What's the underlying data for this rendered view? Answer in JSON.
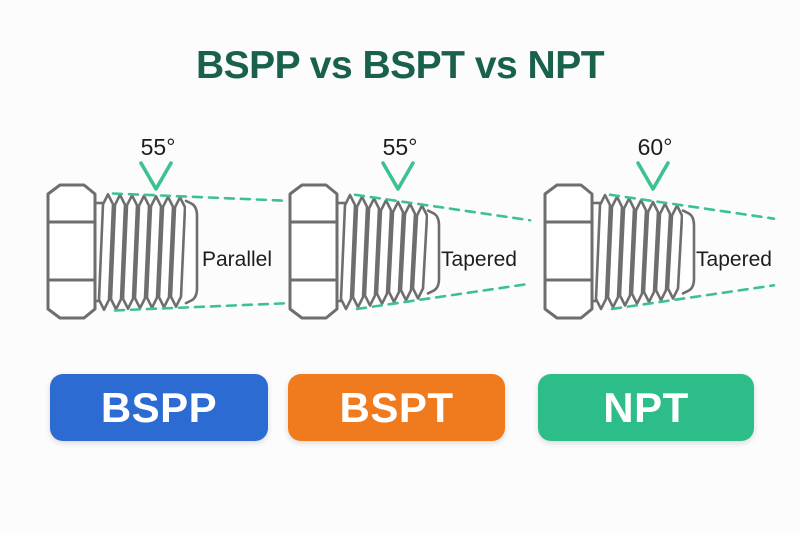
{
  "title": "BSPP vs BSPT vs NPT",
  "colors": {
    "title_green": "#1a614d",
    "accent_green": "#3cc18f",
    "outline_gray": "#6e6e6e",
    "label_text": "#1d1d1d",
    "bspp_blue": "#2c6bd2",
    "bspt_orange": "#f07b1f",
    "npt_green": "#2dbd89"
  },
  "diagrams": [
    {
      "angle": "55°",
      "thread_type": "Parallel",
      "badge_label": "BSPP",
      "badge_color": "#2c6bd2"
    },
    {
      "angle": "55°",
      "thread_type": "Tapered",
      "badge_label": "BSPT",
      "badge_color": "#f07b1f"
    },
    {
      "angle": "60°",
      "thread_type": "Tapered",
      "badge_label": "NPT",
      "badge_color": "#2dbd89"
    }
  ]
}
